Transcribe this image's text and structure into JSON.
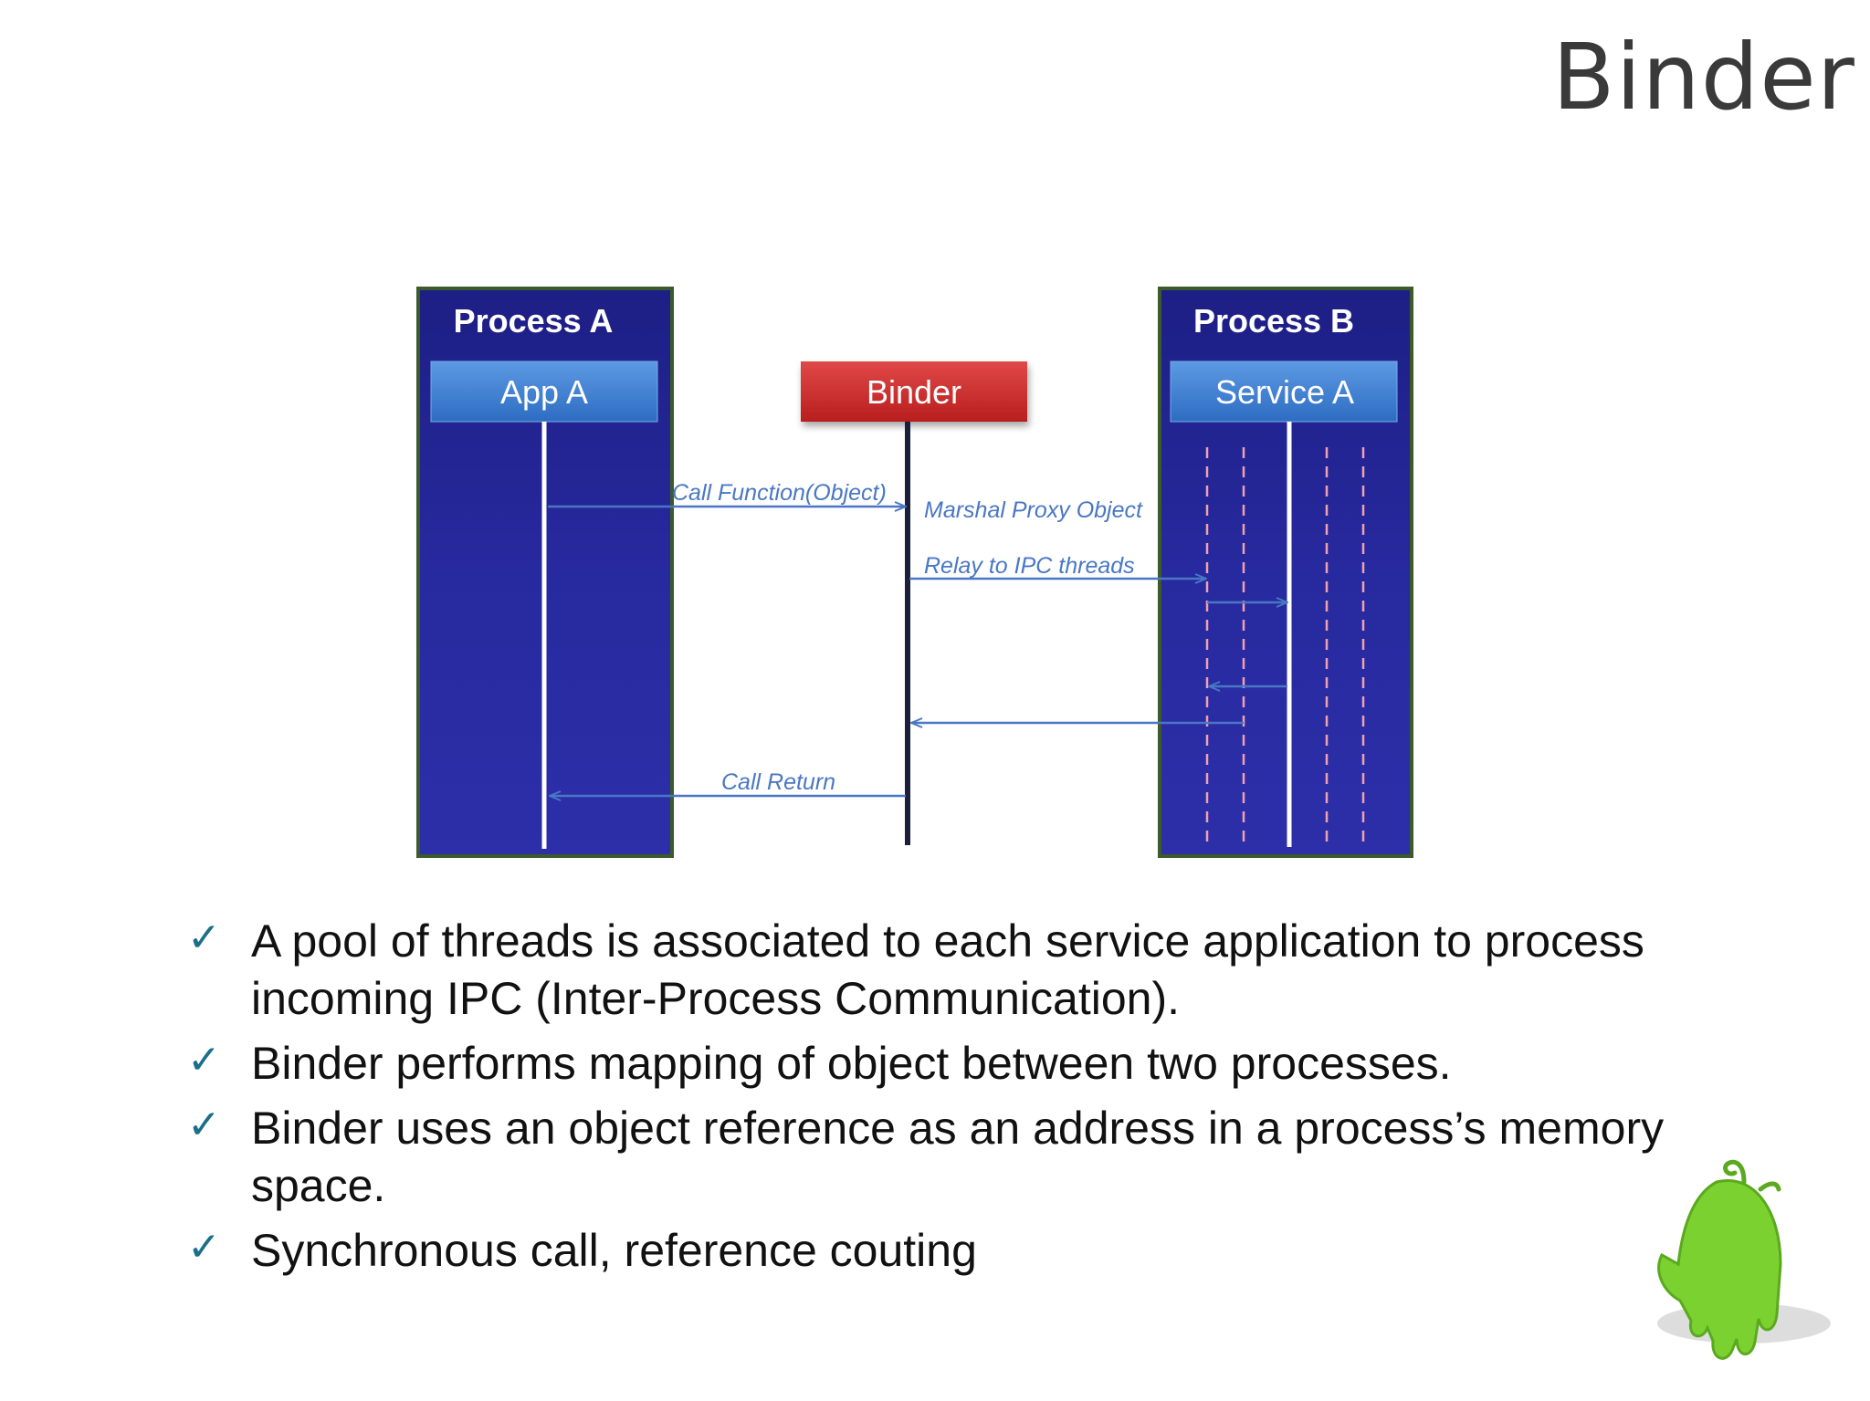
{
  "slide": {
    "title": "Binder"
  },
  "diagram": {
    "process_a": {
      "title": "Process A",
      "component": "App A"
    },
    "binder": {
      "label": "Binder"
    },
    "process_b": {
      "title": "Process B",
      "component": "Service A"
    },
    "messages": {
      "call_function": "Call Function(Object)",
      "marshal": "Marshal  Proxy  Object",
      "relay": "Relay to IPC threads",
      "call_return": "Call Return"
    }
  },
  "bullets": [
    {
      "text": "A pool of threads is associated to each service application to process incoming IPC (Inter-Process Communication)."
    },
    {
      "text": "Binder performs mapping of object between two processes."
    },
    {
      "text": "Binder uses an object reference as an address in a process’s memory space."
    },
    {
      "text": "Synchronous call, reference couting"
    }
  ],
  "colors": {
    "process_box": "#26289a",
    "process_border": "#3d5a2a",
    "component_blue": "#3f7fd0",
    "binder_red": "#cf2e2e",
    "arrow": "#4a77c4",
    "thread_dash": "#f0a0b0",
    "check": "#1b6f8a",
    "mascot": "#7bd130"
  }
}
